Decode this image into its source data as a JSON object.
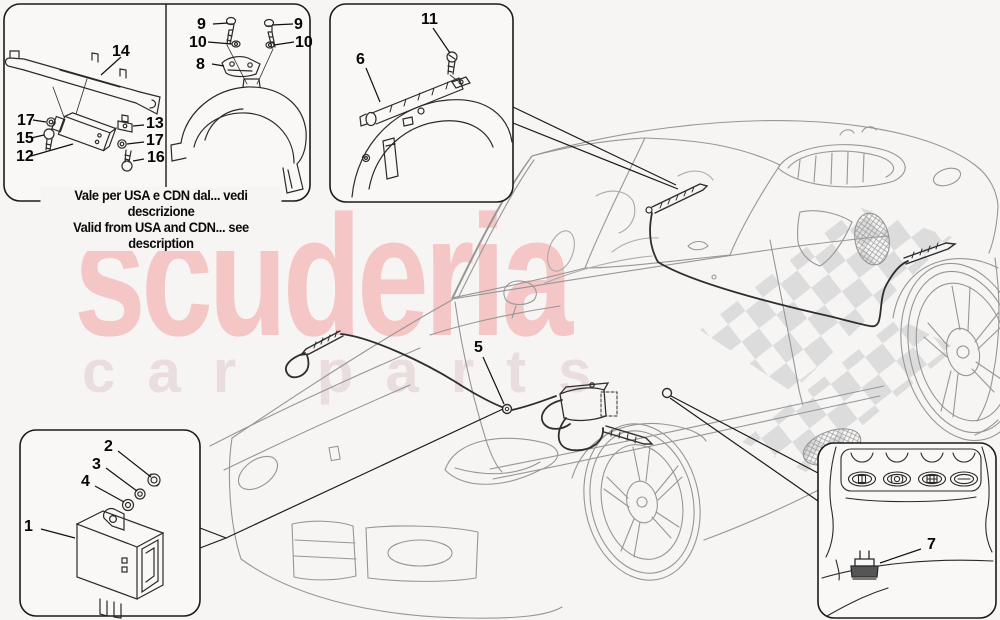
{
  "watermark": {
    "brand": "scuderia",
    "tagline": "car parts",
    "brand_color": "#f4c6c6",
    "tagline_color": "#e9dddd",
    "flag_checker_color": "#dcdcdc"
  },
  "caption": {
    "line1": "Vale per USA e CDN dal... vedi descrizione",
    "line2": "Valid from USA and CDN... see description"
  },
  "labels": {
    "p1": "1",
    "p2": "2",
    "p3": "3",
    "p4": "4",
    "p5": "5",
    "p6": "6",
    "p7": "7",
    "p8": "8",
    "p9": "9",
    "p10": "10",
    "p11": "11",
    "p12": "12",
    "p13": "13",
    "p14": "14",
    "p15": "15",
    "p16": "16",
    "p17": "17"
  },
  "icons": {
    "dashboard_switches": [
      "window-switch-icon",
      "power-switch-icon",
      "defrost-grid-icon",
      "blank-slot-icon"
    ]
  },
  "illustration": {
    "subject": "Ferrari F430 tyre pressure monitoring system",
    "line_color": "#969696",
    "cable_color": "#2e2e2e",
    "background_color": "#f7f5f4"
  }
}
